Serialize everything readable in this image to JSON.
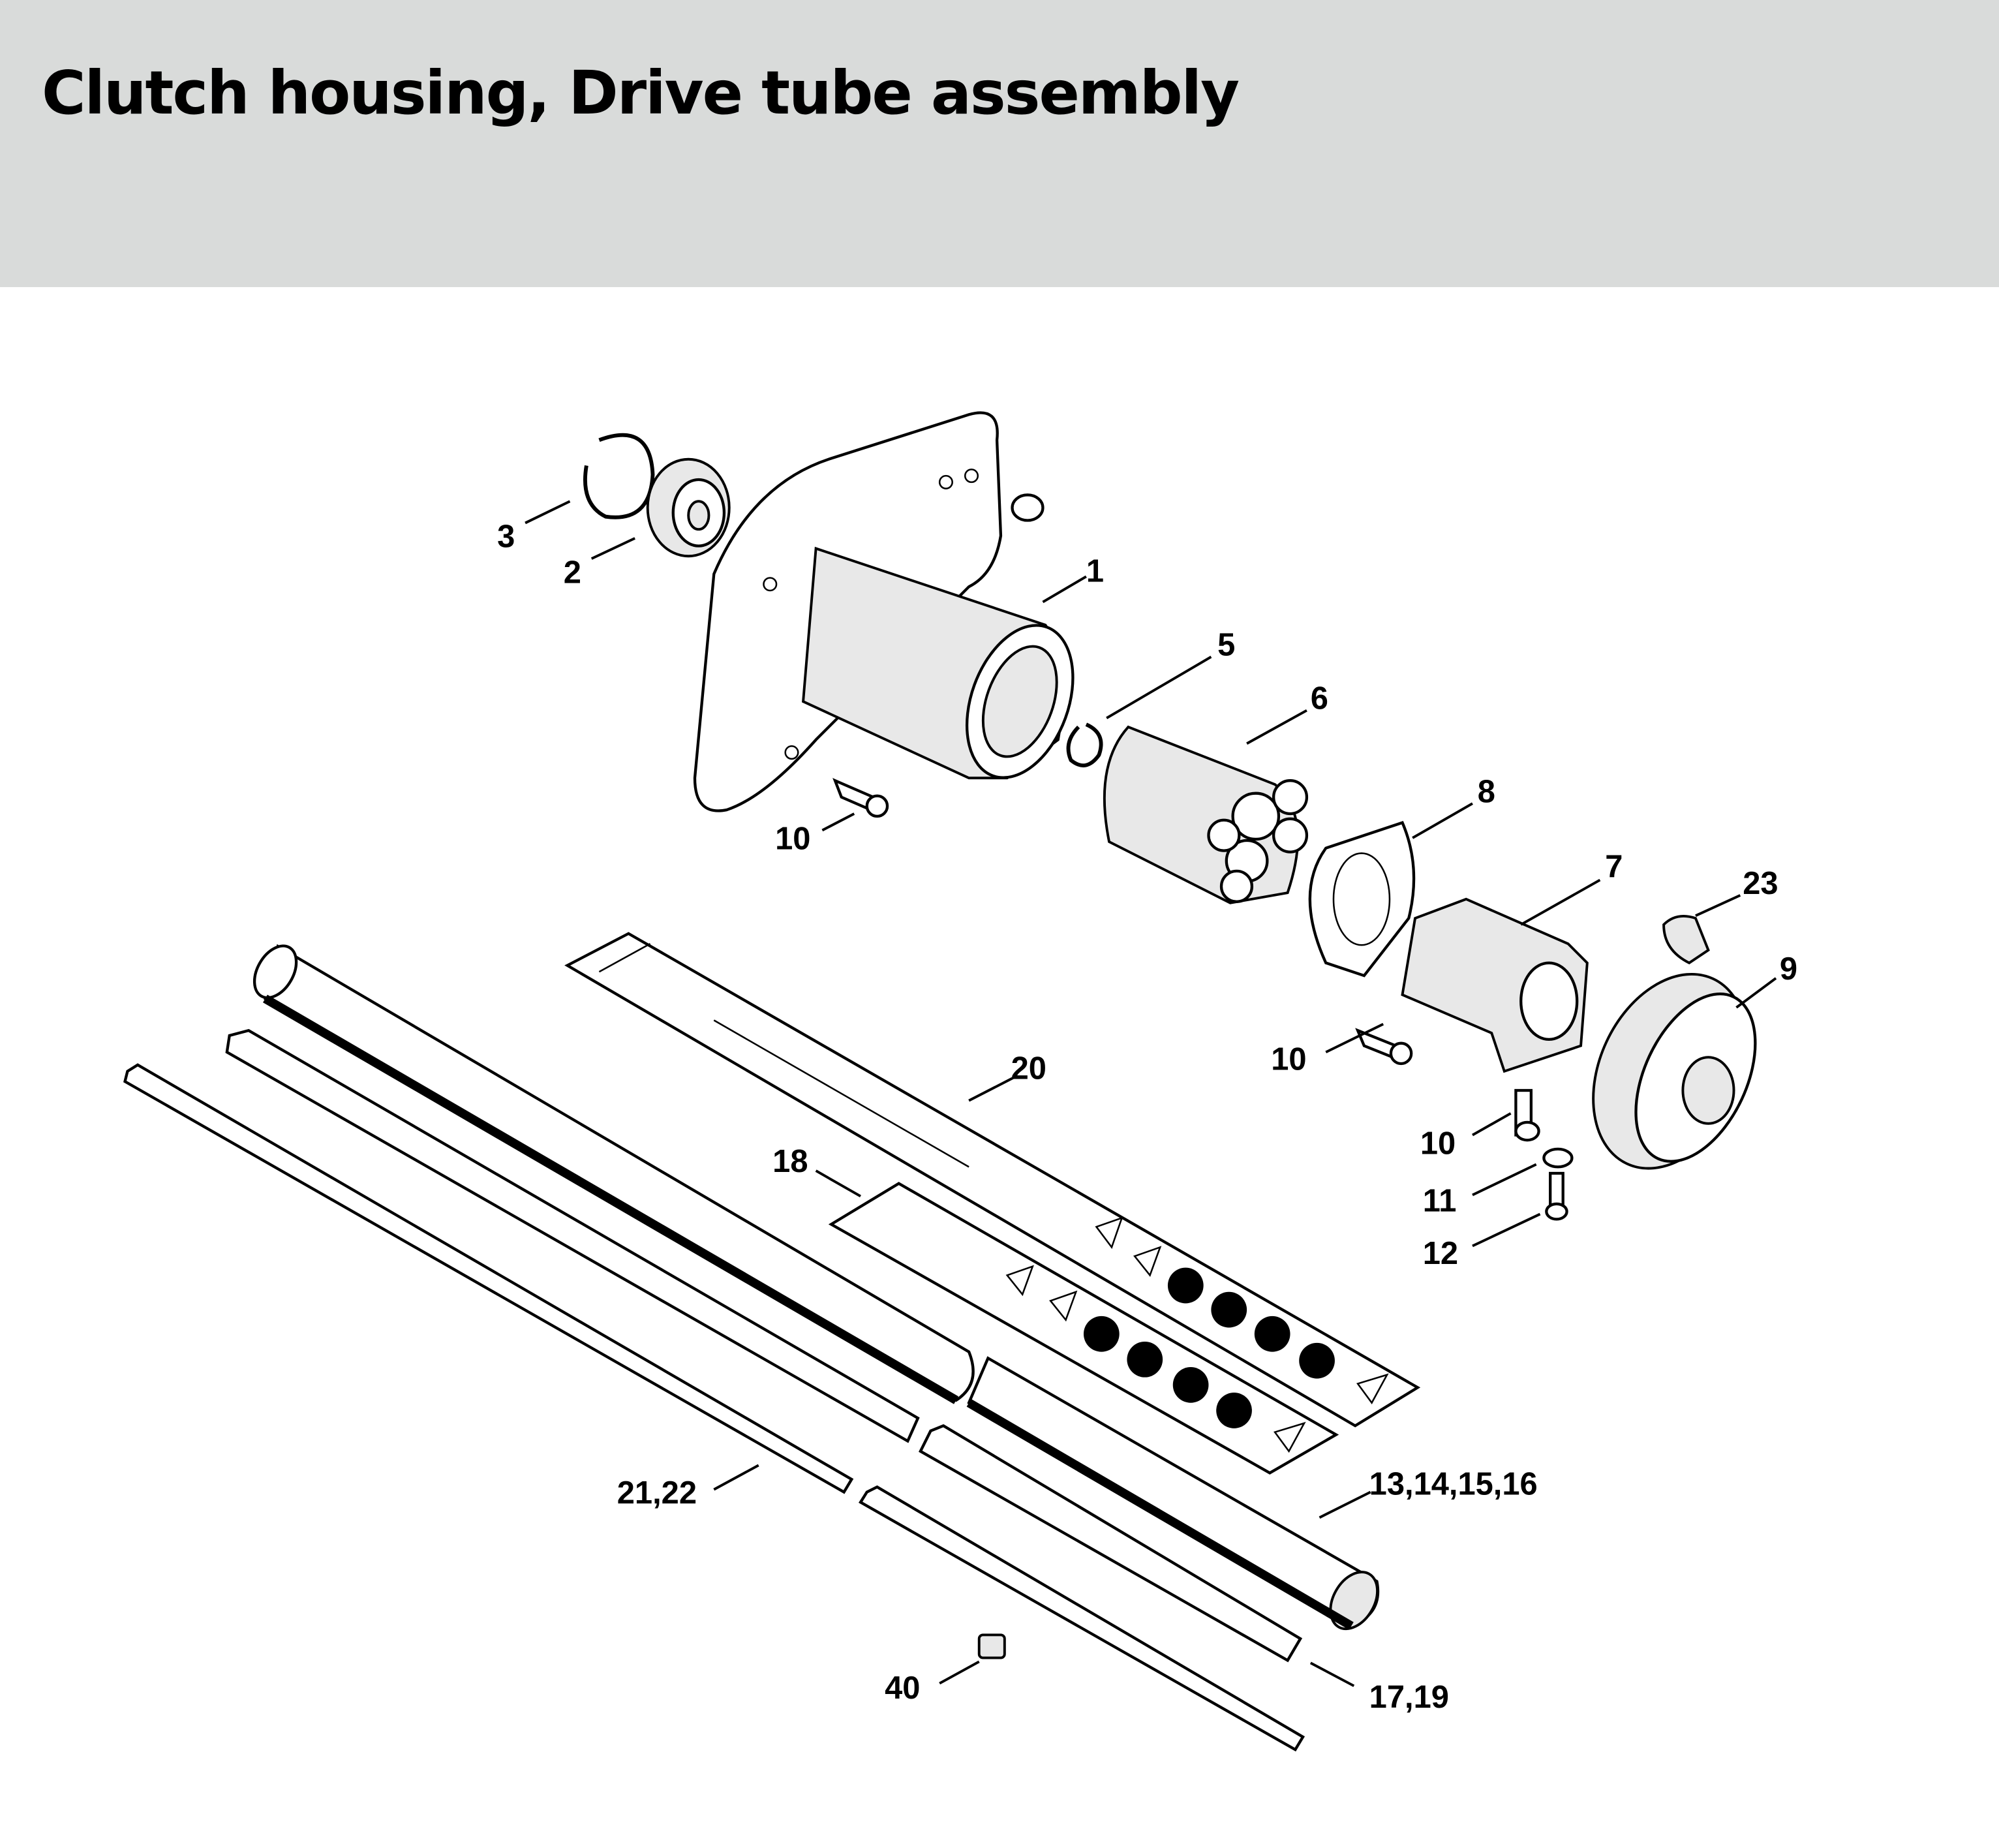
{
  "header": {
    "title": "Clutch housing, Drive tube assembly",
    "background": "#d9dbda"
  },
  "callouts": [
    "3",
    "2",
    "1",
    "5",
    "6",
    "8",
    "7",
    "23",
    "9",
    "10",
    "10",
    "10",
    "11",
    "12",
    "20",
    "18",
    "21,22",
    "13,14,15,16",
    "40",
    "17,19"
  ]
}
